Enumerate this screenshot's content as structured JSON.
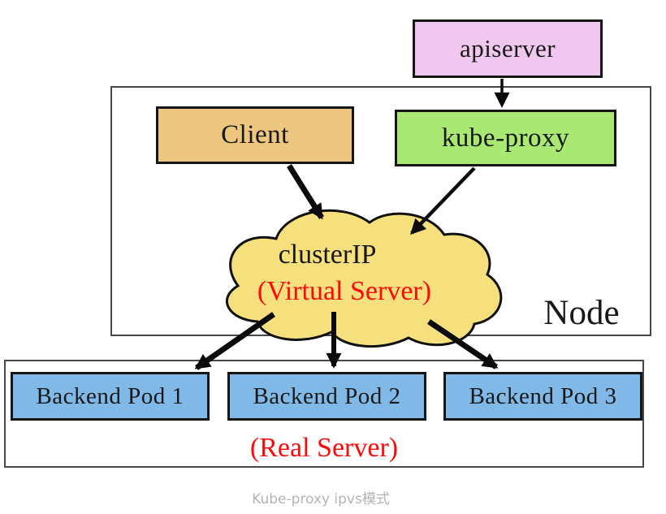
{
  "caption": "Kube-proxy ipvs模式",
  "colors": {
    "apiserver_fill": "#f0c7ee",
    "client_fill": "#edc680",
    "kube_proxy_fill": "#a8e873",
    "cloud_fill": "#f6df7d",
    "pod_fill": "#80b9e8",
    "highlight_red": "#fb0a0a",
    "caption_gray": "#b3b3b3",
    "border_black": "#151515"
  },
  "apiserver": {
    "label": "apiserver"
  },
  "node": {
    "label": "Node",
    "client": {
      "label": "Client"
    },
    "kube_proxy": {
      "label": "kube-proxy"
    },
    "cluster_ip": {
      "label": "clusterIP",
      "sublabel": "(Virtual Server)"
    }
  },
  "real_server": {
    "label": "(Real Server)",
    "pods": [
      {
        "label": "Backend Pod 1"
      },
      {
        "label": "Backend Pod 2"
      },
      {
        "label": "Backend Pod 3"
      }
    ]
  },
  "arrows": [
    {
      "name": "apiserver-to-kube-proxy"
    },
    {
      "name": "client-to-cluster-ip"
    },
    {
      "name": "kube-proxy-to-cluster-ip"
    },
    {
      "name": "cluster-ip-to-pod-1"
    },
    {
      "name": "cluster-ip-to-pod-2"
    },
    {
      "name": "cluster-ip-to-pod-3"
    }
  ]
}
